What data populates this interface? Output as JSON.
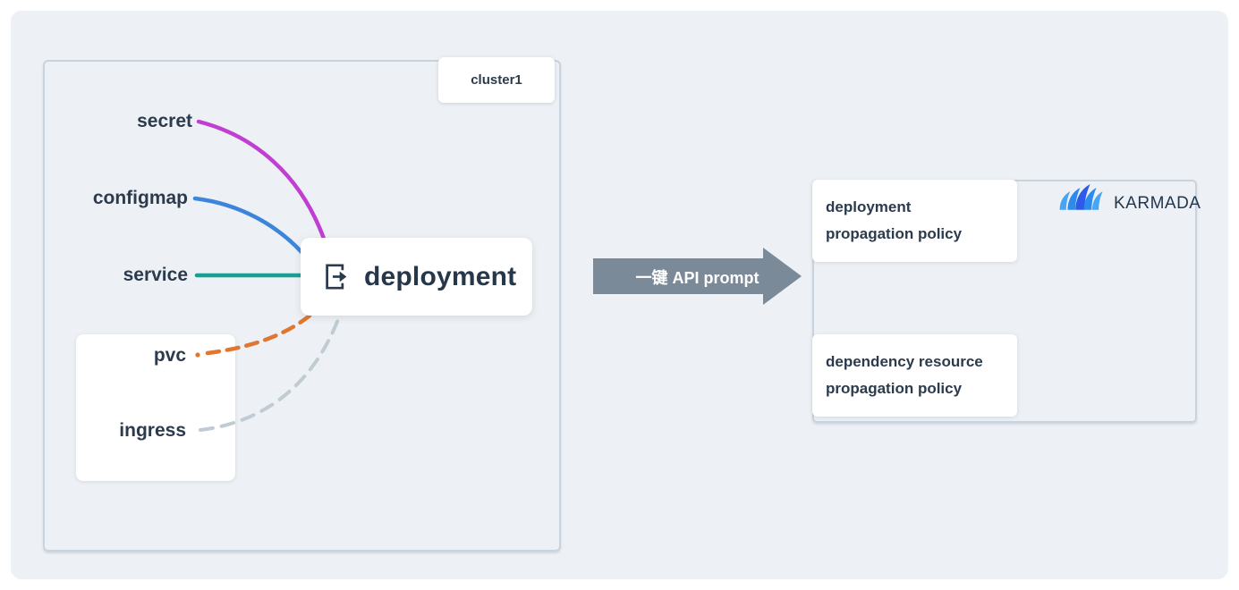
{
  "page": {
    "canvas_bg": "#edf1f5",
    "text_color": "#2b3b4d"
  },
  "cluster_panel": {
    "title": "cluster1",
    "resources": [
      {
        "id": "secret",
        "label": "secret",
        "color": "#c13ed3",
        "line_style": "solid"
      },
      {
        "id": "configmap",
        "label": "configmap",
        "color": "#3c85db",
        "line_style": "solid"
      },
      {
        "id": "service",
        "label": "service",
        "color": "#17a094",
        "line_style": "solid"
      },
      {
        "id": "pvc",
        "label": "pvc",
        "color": "#e0762f",
        "line_style": "dashed"
      },
      {
        "id": "ingress",
        "label": "ingress",
        "color": "#c1cbd4",
        "line_style": "dashed"
      }
    ],
    "deployment_node": {
      "label": "deployment",
      "icon": "export-icon"
    }
  },
  "transform_arrow": {
    "label": "一键 API prompt",
    "color": "#7b8a99",
    "text_color": "#ffffff"
  },
  "karmada_panel": {
    "brand": {
      "name": "KARMADA",
      "icon": "karmada-sails-logo",
      "sail_colors": [
        "#47a5f5",
        "#2e8bee",
        "#2c5ae9",
        "#2e8bee",
        "#47a5f5"
      ]
    },
    "policy_boxes": [
      {
        "lines": [
          "deployment",
          "propagation policy"
        ]
      },
      {
        "lines": [
          "dependency resource",
          "propagation policy"
        ]
      }
    ]
  }
}
